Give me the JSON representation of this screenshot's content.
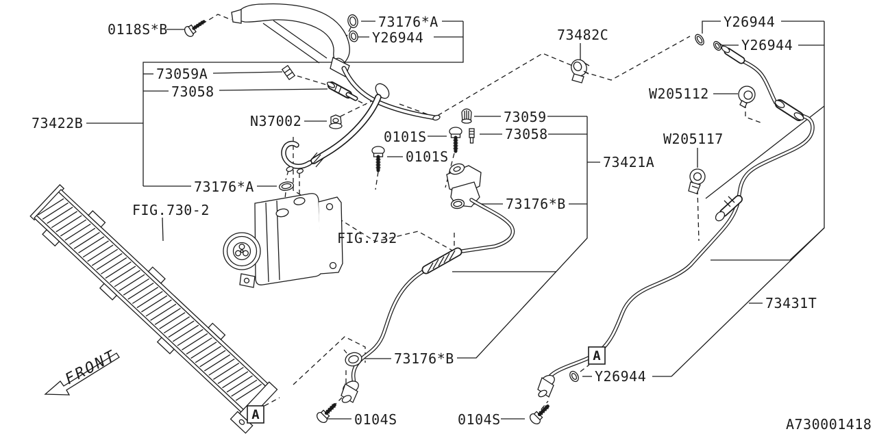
{
  "meta": {
    "drawing_number": "A730001418",
    "front_label": "FRONT",
    "description": "AC piping parts diagram"
  },
  "labels": [
    {
      "id": "bolt-0118sb",
      "text": "0118S*B"
    },
    {
      "id": "oring-73176a-top",
      "text": "73176*A"
    },
    {
      "id": "nut-y26944-topleft",
      "text": "Y26944"
    },
    {
      "id": "clamp-73482c",
      "text": "73482C"
    },
    {
      "id": "washer-y26944-right1",
      "text": "Y26944"
    },
    {
      "id": "oring-y26944-right2",
      "text": "Y26944"
    },
    {
      "id": "clip-73059a",
      "text": "73059A"
    },
    {
      "id": "valve-73058-left",
      "text": "73058"
    },
    {
      "id": "assembly-73422b",
      "text": "73422B"
    },
    {
      "id": "nut-n37002",
      "text": "N37002"
    },
    {
      "id": "bolt-0101s-1",
      "text": "0101S"
    },
    {
      "id": "bolt-0101s-2",
      "text": "0101S"
    },
    {
      "id": "nut-73059-right",
      "text": "73059"
    },
    {
      "id": "valve-73058-right",
      "text": "73058"
    },
    {
      "id": "assembly-73421a",
      "text": "73421A"
    },
    {
      "id": "grommet-w205112",
      "text": "W205112"
    },
    {
      "id": "clamp-w205117",
      "text": "W205117"
    },
    {
      "id": "oring-73176b-1",
      "text": "73176*B"
    },
    {
      "id": "oring-73176a-lower",
      "text": "73176*A"
    },
    {
      "id": "fig-730-2",
      "text": "FIG.730-2"
    },
    {
      "id": "fig-732",
      "text": "FIG.732"
    },
    {
      "id": "assembly-73431t",
      "text": "73431T"
    },
    {
      "id": "oring-73176b-2",
      "text": "73176*B"
    },
    {
      "id": "oring-y26944-bottom",
      "text": "Y26944"
    },
    {
      "id": "bolt-0104s-1",
      "text": "0104S"
    },
    {
      "id": "bolt-0104s-2",
      "text": "0104S"
    }
  ],
  "markers": {
    "a1": "A",
    "a2": "A"
  }
}
